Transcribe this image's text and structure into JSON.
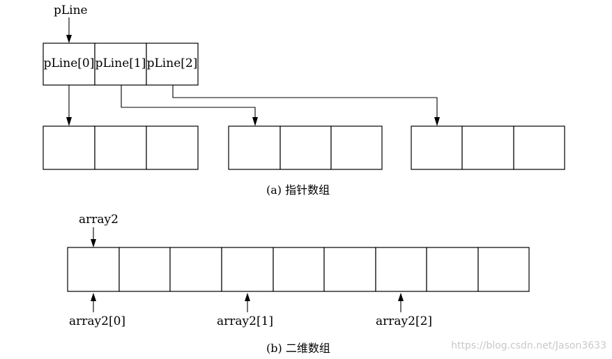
{
  "part_a": {
    "pointer_label": "pLine",
    "cells": [
      "pLine[0]",
      "pLine[1]",
      "pLine[2]"
    ],
    "caption": "(a) 指针数组"
  },
  "part_b": {
    "pointer_label": "array2",
    "row_labels": [
      "array2[0]",
      "array2[1]",
      "array2[2]"
    ],
    "caption": "(b) 二维数组"
  },
  "watermark": "https://blog.csdn.net/Jason3633"
}
